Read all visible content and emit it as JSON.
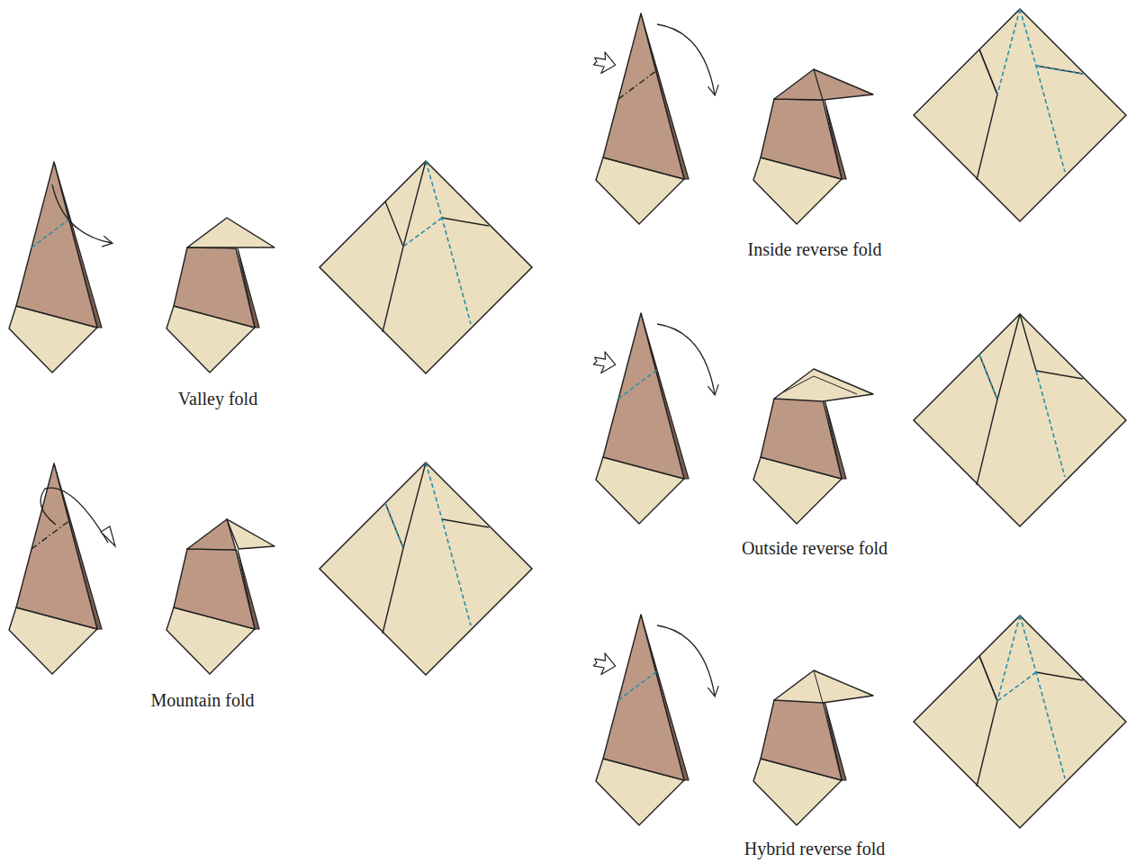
{
  "diagram": {
    "labels": [
      "Valley fold",
      "Mountain fold",
      "Inside reverse fold",
      "Outside reverse fold",
      "Hybrid reverse fold"
    ]
  }
}
